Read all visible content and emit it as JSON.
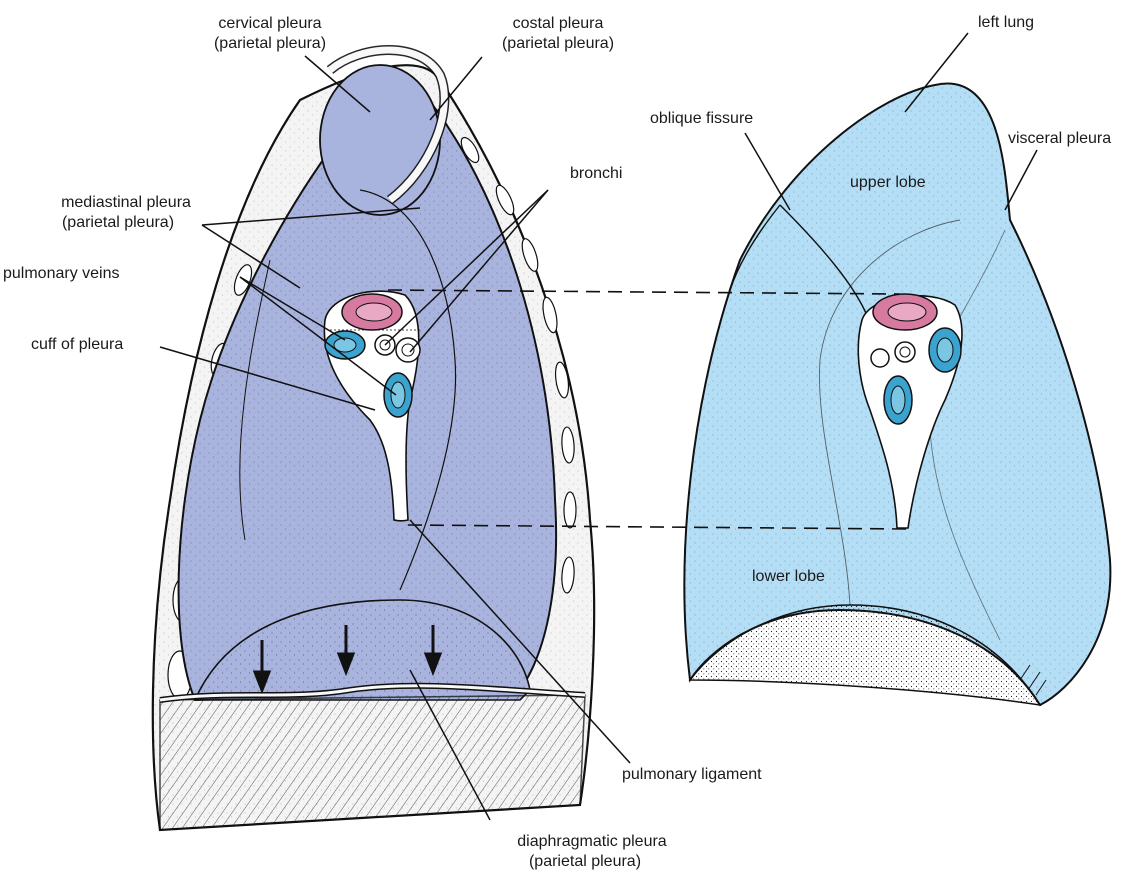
{
  "labels": {
    "cervical_pleura": [
      "cervical pleura",
      "(parietal pleura)"
    ],
    "costal_pleura": [
      "costal pleura",
      "(parietal pleura)"
    ],
    "left_lung": "left lung",
    "oblique_fissure": "oblique fissure",
    "visceral_pleura": "visceral pleura",
    "upper_lobe": "upper lobe",
    "bronchi": "bronchi",
    "mediastinal_pleura": [
      "mediastinal pleura",
      "(parietal pleura)"
    ],
    "pulmonary_veins": "pulmonary veins",
    "cuff_of_pleura": "cuff of pleura",
    "lower_lobe": "lower lobe",
    "pulmonary_ligament": "pulmonary ligament",
    "diaphragmatic_pleura": [
      "diaphragmatic pleura",
      "(parietal pleura)"
    ]
  },
  "colors": {
    "parietal_pleura": "#a9b4de",
    "lung": "#b3def5",
    "pulmonary_artery": "#d77aa0",
    "pulmonary_vein": "#3aa3cf",
    "outline": "#111111",
    "chest_wall": "#f4f4f4"
  }
}
